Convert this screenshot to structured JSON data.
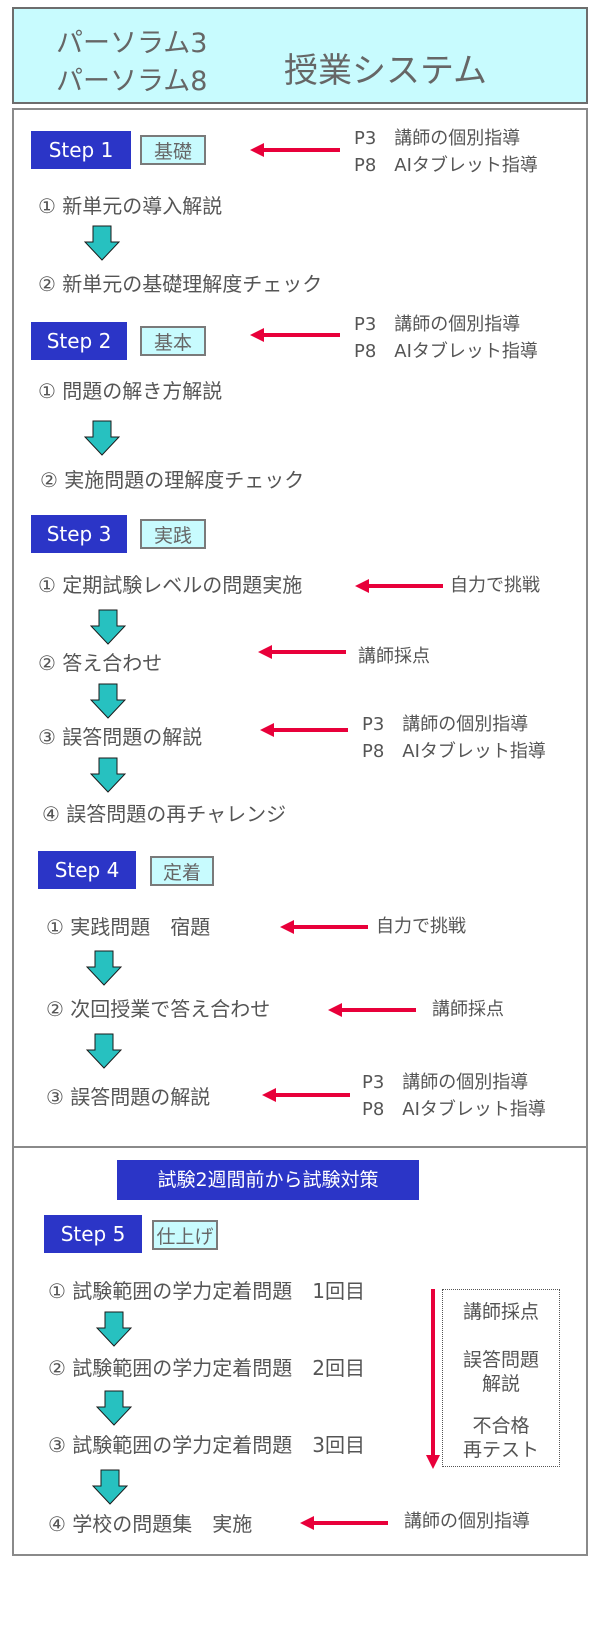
{
  "header": {
    "brand_line1": "パーソラム3",
    "brand_line2": "パーソラム8",
    "title": "授業システム"
  },
  "steps": [
    {
      "label": "Step 1",
      "tag": "基礎",
      "note": [
        "P3　講師の個別指導",
        "P8　AIタブレット指導"
      ],
      "items": [
        "① 新単元の導入解説",
        "② 新単元の基礎理解度チェック"
      ]
    },
    {
      "label": "Step 2",
      "tag": "基本",
      "note": [
        "P3　講師の個別指導",
        "P8　AIタブレット指導"
      ],
      "items": [
        "① 問題の解き方解説",
        "② 実施問題の理解度チェック"
      ]
    },
    {
      "label": "Step 3",
      "tag": "実践",
      "items": [
        "① 定期試験レベルの問題実施",
        "② 答え合わせ",
        "③ 誤答問題の解説",
        "④ 誤答問題の再チャレンジ"
      ],
      "notes": [
        "自力で挑戦",
        "講師採点",
        "P3　講師の個別指導",
        "P8　AIタブレット指導"
      ]
    },
    {
      "label": "Step 4",
      "tag": "定着",
      "items": [
        "① 実践問題　宿題",
        "② 次回授業で答え合わせ",
        "③ 誤答問題の解説"
      ],
      "notes": [
        "自力で挑戦",
        "講師採点",
        "P3　講師の個別指導",
        "P8　AIタブレット指導"
      ]
    }
  ],
  "section2": {
    "banner": "試験2週間前から試験対策",
    "label": "Step 5",
    "tag": "仕上げ",
    "items": [
      "① 試験範囲の学力定着問題　1回目",
      "② 試験範囲の学力定着問題　2回目",
      "③ 試験範囲の学力定着問題　3回目",
      "④ 学校の問題集　実施"
    ],
    "box": [
      "講師採点",
      "誤答問題",
      "解説",
      "不合格",
      "再テスト"
    ],
    "last_note": "講師の個別指導"
  },
  "colors": {
    "step_bg": "#2b35c7",
    "tag_bg": "#c8fbfe",
    "arrow_red": "#e8003a",
    "arrow_teal": "#27c1c0"
  }
}
